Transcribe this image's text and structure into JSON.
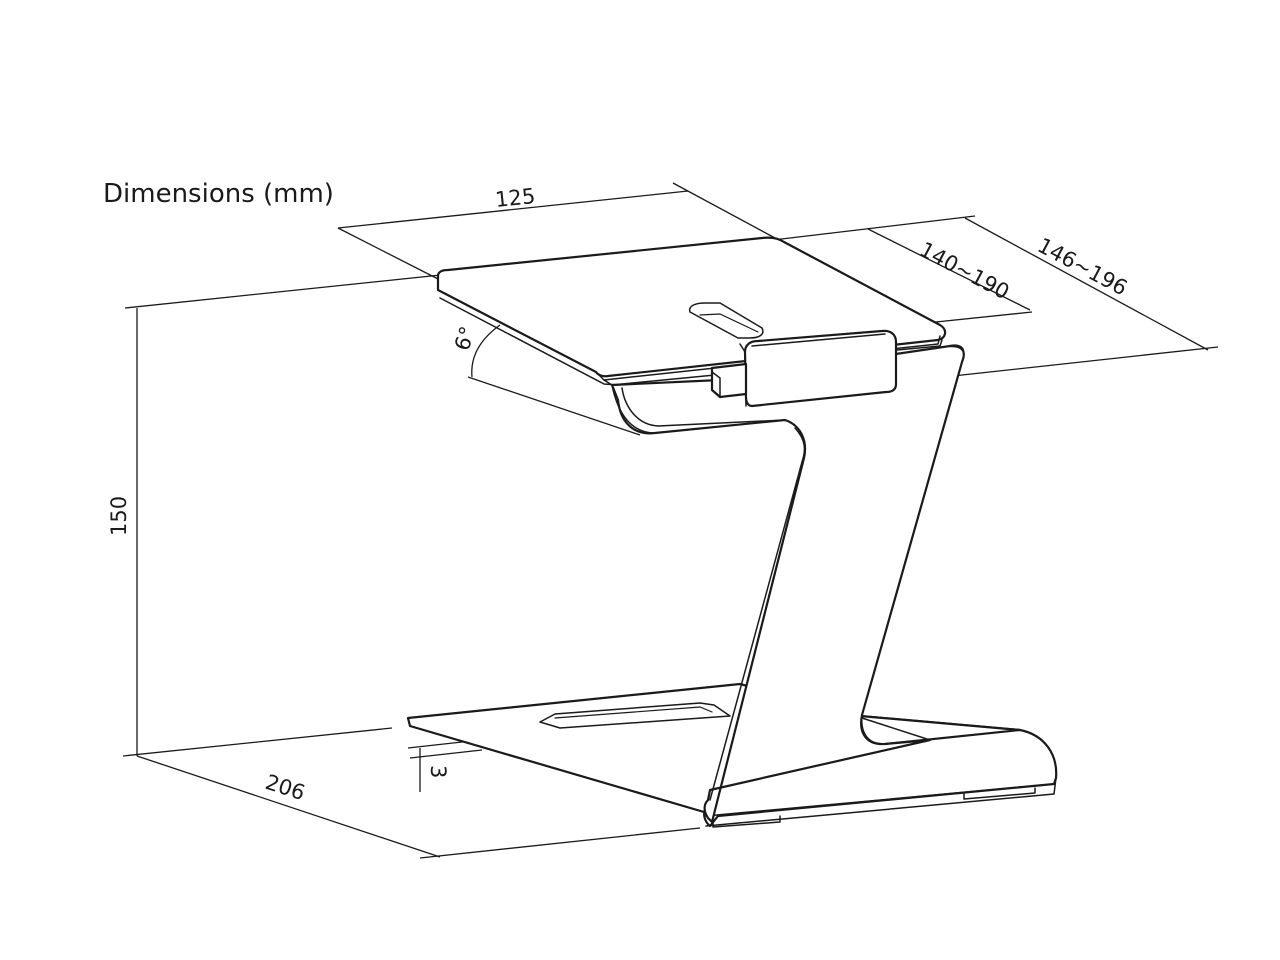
{
  "title": "Dimensions (mm)",
  "dimensions": {
    "top_width": "125",
    "top_depth_inner": "140~190",
    "top_depth_outer": "146~196",
    "height": "150",
    "base_depth": "206",
    "base_thickness": "3",
    "tilt_angle": "6°"
  },
  "colors": {
    "line": "#1a1a1a",
    "background": "#ffffff"
  }
}
